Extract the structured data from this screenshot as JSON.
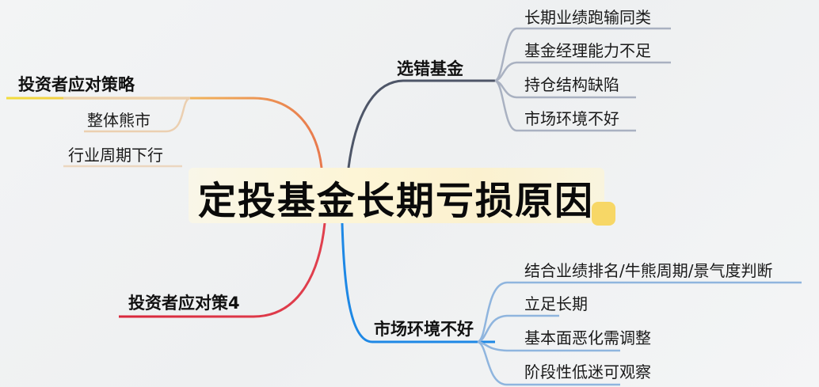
{
  "central": {
    "title": "定投基金长期亏损原因",
    "badge_color": "#f7d766"
  },
  "branches": [
    {
      "label": "选错基金",
      "color": "#4e5668",
      "children": [
        "长期业绩跑输同类",
        "基金经理能力不足",
        "持仓结构缺陷",
        "市场环境不好"
      ]
    },
    {
      "label": "市场环境不好",
      "color": "#1e88e5",
      "children": [
        "结合业绩排名/牛熊周期/景气度判断",
        "立足长期",
        "基本面恶化需调整",
        "阶段性低迷可观察"
      ]
    },
    {
      "label": "投资者应对策略",
      "color": "#e8894f",
      "children": [
        "整体熊市",
        "行业周期下行"
      ]
    },
    {
      "label": "投资者应对策4",
      "color": "#d93a4a",
      "children": []
    }
  ]
}
